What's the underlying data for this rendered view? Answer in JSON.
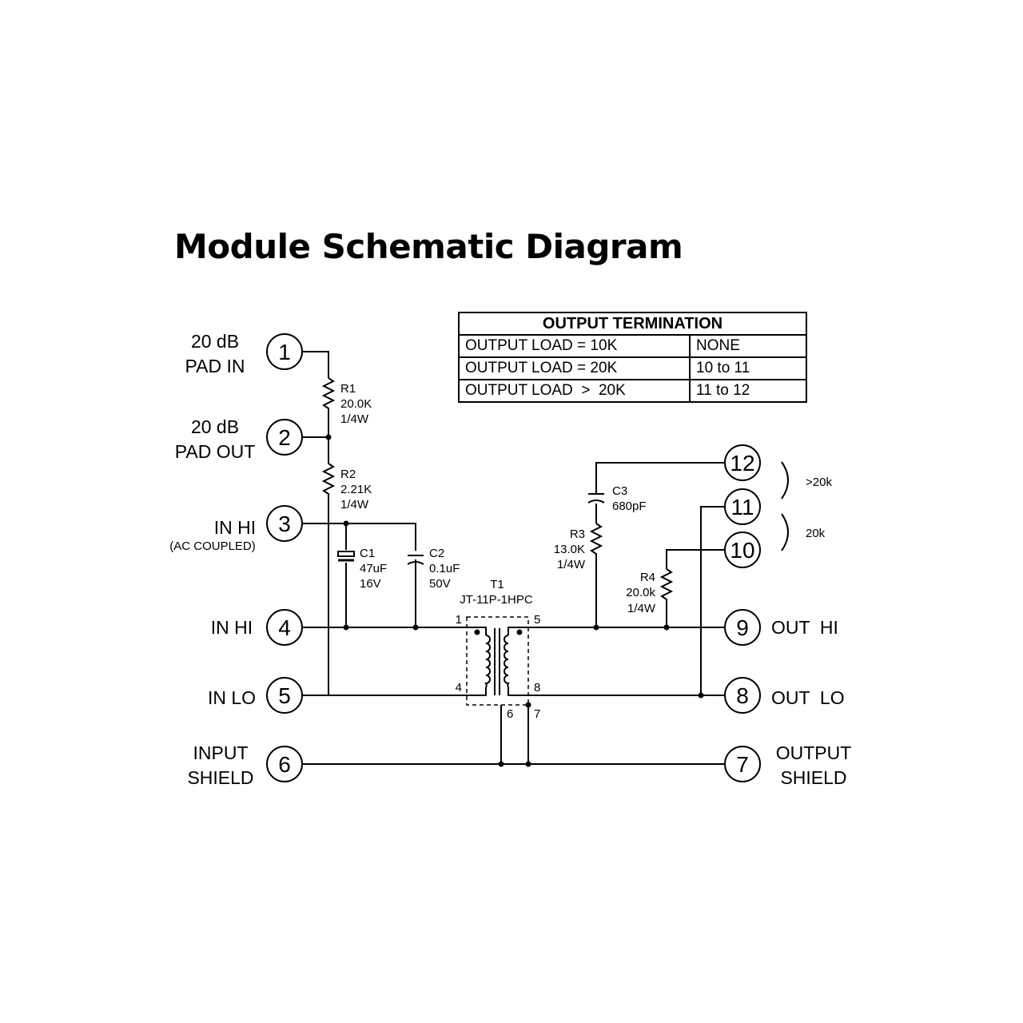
{
  "title": "Module Schematic Diagram",
  "table": {
    "header": "OUTPUT TERMINATION",
    "rows": [
      [
        "OUTPUT LOAD = 10K",
        "NONE"
      ],
      [
        "OUTPUT LOAD = 20K",
        "10 to 11"
      ],
      [
        "OUTPUT LOAD  >  20K",
        "11 to 12"
      ]
    ]
  },
  "pins": [
    "1",
    "2",
    "3",
    "4",
    "5",
    "6",
    "7",
    "8",
    "9",
    "10",
    "11",
    "12"
  ],
  "pin_labels": {
    "p1": [
      "20 dB",
      "PAD IN"
    ],
    "p2": [
      "20 dB",
      "PAD OUT"
    ],
    "p3": "IN HI",
    "p3_note": "(AC COUPLED)",
    "p4": "IN HI",
    "p5": "IN LO",
    "p6": [
      "INPUT",
      "SHIELD"
    ],
    "p7": [
      "OUTPUT",
      "SHIELD"
    ],
    "p8": "OUT  LO",
    "p9": "OUT  HI"
  },
  "components": {
    "r1": [
      "R1",
      "20.0K",
      "1/4W"
    ],
    "r2": [
      "R2",
      "2.21K",
      "1/4W"
    ],
    "c1": [
      "C1",
      "47uF",
      "16V"
    ],
    "c2": [
      "C2",
      "0.1uF",
      "50V"
    ],
    "t1": [
      "T1",
      "JT-11P-1HPC"
    ],
    "c3": [
      "C3",
      "680pF"
    ],
    "r3": [
      "R3",
      "13.0K",
      "1/4W"
    ],
    "r4": [
      "R4",
      "20.0k",
      "1/4W"
    ]
  },
  "transformer_pins": [
    "1",
    "5",
    "4",
    "8",
    "6",
    "7"
  ],
  "brackets": [
    ">20k",
    "20k"
  ]
}
